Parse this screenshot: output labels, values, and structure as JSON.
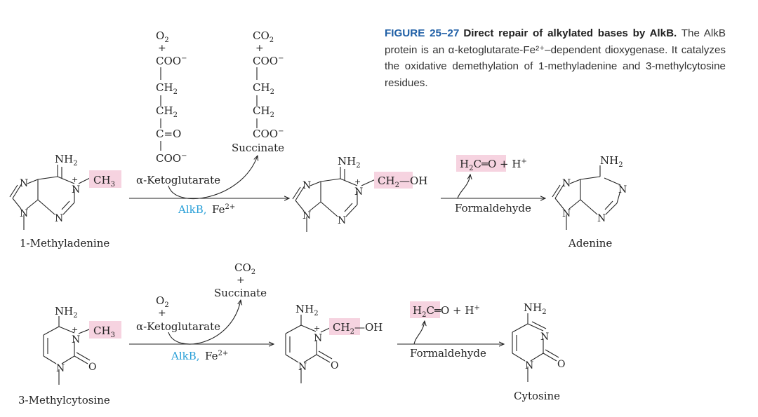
{
  "caption": {
    "label": "FIGURE 25–27",
    "title": "Direct repair of alkylated bases by AlkB.",
    "body": "The AlkB protein is an α-ketoglutarate-Fe²⁺–dependent dioxygenase. It catalyzes the oxidative demethylation of 1-methyladenine and 3-methylcytosine residues."
  },
  "colors": {
    "highlight": "#f6d3e0",
    "enzyme": "#2aa0d8",
    "caption_label": "#1f5fa6"
  },
  "atoms": {
    "N": "N",
    "O": "O",
    "plus": "+",
    "NH": "NH",
    "sub2": "2",
    "CH": "CH",
    "sub3": "3",
    "dash_OH": "—OH"
  },
  "top": {
    "cosub": {
      "o2": "O",
      "o2_sub": "2",
      "plus": "+",
      "coo1": "COO",
      "coo1_sup": "−",
      "ch2a": "CH",
      "ch2a_sub": "2",
      "ch2b": "CH",
      "ch2b_sub": "2",
      "c_eq_o": "C=O",
      "coo2": "COO",
      "coo2_sup": "−",
      "ketoglutarate": "α-Ketoglutarate"
    },
    "succ": {
      "co2": "CO",
      "co2_sub": "2",
      "plus": "+",
      "coo1": "COO",
      "coo1_sup": "−",
      "ch2a": "CH",
      "ch2a_sub": "2",
      "ch2b": "CH",
      "ch2b_sub": "2",
      "coo2": "COO",
      "coo2_sup": "−",
      "name": "Succinate"
    },
    "enzyme": "AlkB,",
    "metal": "Fe",
    "metal_sup": "2+",
    "formaldehyde_box": {
      "h": "H",
      "h_sub": "2",
      "rest": "C═O  + H",
      "sup": "+"
    },
    "byproduct": "Formaldehyde",
    "start_name": "1-Methyladenine",
    "end_name": "Adenine"
  },
  "bottom": {
    "o2": "O",
    "o2_sub": "2",
    "plus": "+",
    "ketoglutarate": "α-Ketoglutarate",
    "co2": "CO",
    "co2_sub": "2",
    "plus2": "+",
    "succinate": "Succinate",
    "enzyme": "AlkB,",
    "metal": "Fe",
    "metal_sup": "2+",
    "formaldehyde_box": {
      "h": "H",
      "h_sub": "2",
      "rest": "C═O  + H",
      "sup": "+"
    },
    "byproduct": "Formaldehyde",
    "start_name": "3-Methylcytosine",
    "end_name": "Cytosine"
  }
}
